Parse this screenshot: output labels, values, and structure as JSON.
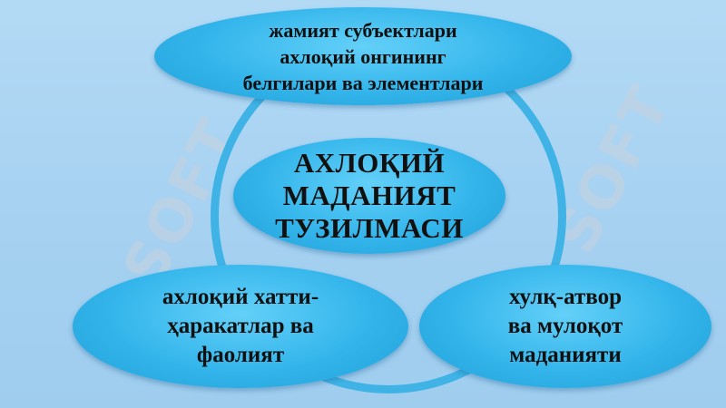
{
  "diagram": {
    "center": "АХЛОҚИЙ\nМАДАНИЯТ\nТУЗИЛМАСИ",
    "top": "жамият субъектлари\nахлоқий онгининг\nбелгилари ва элементлари",
    "bottom_left": "ахлоқий хатти-\nҳаракатлар ва\nфаолият",
    "bottom_right": "хулқ-атвор\nва мулоқот\nмаданияти"
  },
  "watermark": {
    "left": "SOFT",
    "right": "SOFT"
  },
  "colors": {
    "background": "#a9d4f2",
    "node_fill": "#33b5eb",
    "ring": "#3fb3e6",
    "text": "#111111"
  }
}
